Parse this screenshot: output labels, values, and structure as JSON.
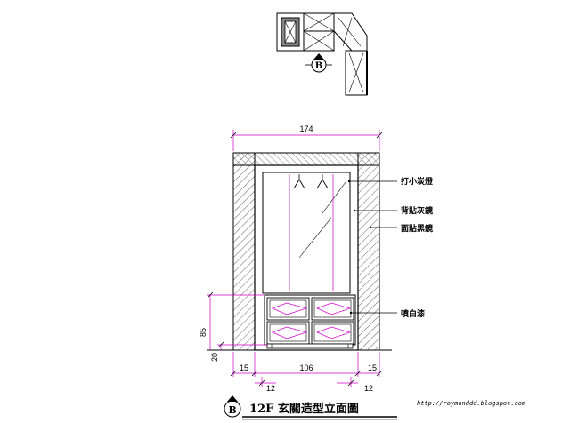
{
  "plan": {
    "marker_letter": "B"
  },
  "elevation": {
    "dimensions": {
      "overall_width": "174",
      "inner_width": "106",
      "left_side": "15",
      "right_side": "15",
      "left_frame": "12",
      "right_frame": "12",
      "height_85": "85",
      "height_20": "20"
    },
    "callouts": [
      "打小炭燈",
      "背貼灰鏡",
      "面貼黑鏡",
      "噴白漆"
    ]
  },
  "title": {
    "marker_letter": "B",
    "text": "12F  玄關造型立面圖",
    "url": "http://roymonddd.blogspot.com"
  },
  "colors": {
    "line": "#000000",
    "dimension": "#cc00cc"
  }
}
